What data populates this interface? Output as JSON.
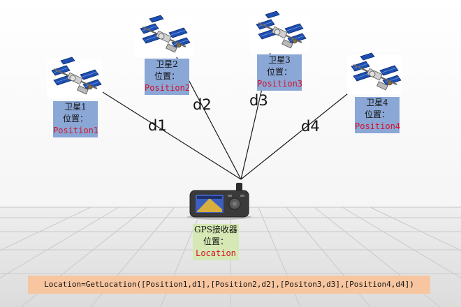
{
  "satellites": [
    {
      "name": "卫星1",
      "pos_label": "位置：",
      "position": "Position1"
    },
    {
      "name": "卫星2",
      "pos_label": "位置：",
      "position": "Position2"
    },
    {
      "name": "卫星3",
      "pos_label": "位置：",
      "position": "Position3"
    },
    {
      "name": "卫星4",
      "pos_label": "位置：",
      "position": "Position4"
    }
  ],
  "distances": [
    "d1",
    "d2",
    "d3",
    "d4"
  ],
  "receiver": {
    "name": "GPS接收器",
    "pos_label": "位置：",
    "location": "Location"
  },
  "formula": "Location=GetLocation([Position1,d1],[Position2,d2],[Positon3,d3],[Position4,d4])",
  "colors": {
    "sat_label_bg": "#8aa7d6",
    "receiver_label_bg": "#d6e8b4",
    "formula_bg": "#f7c6a0",
    "position_text": "#d4112a"
  }
}
